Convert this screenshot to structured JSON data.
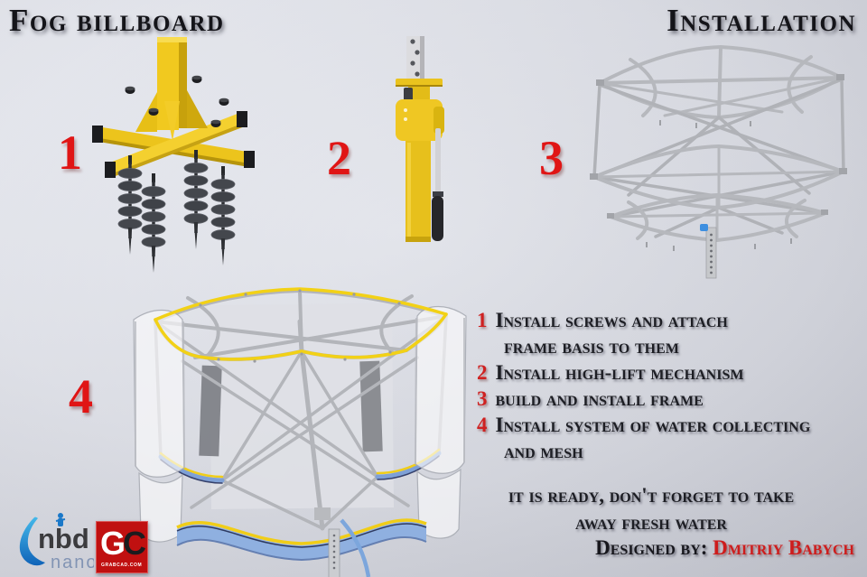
{
  "titles": {
    "product": "Fog billboard",
    "page": "Installation"
  },
  "step_markers": [
    {
      "number": "1"
    },
    {
      "number": "2"
    },
    {
      "number": "3"
    },
    {
      "number": "4"
    }
  ],
  "instructions": [
    {
      "number": "1",
      "line1": "Install screws and attach",
      "line2": "frame basis to them"
    },
    {
      "number": "2",
      "line1": "Install high-lift mechanism",
      "line2": ""
    },
    {
      "number": "3",
      "line1": "build and install frame",
      "line2": ""
    },
    {
      "number": "4",
      "line1": "Install system of water collecting",
      "line2": "and mesh"
    }
  ],
  "ready_note": {
    "line1": "it is ready, don't forget to take",
    "line2": "away fresh water"
  },
  "credit": {
    "label": "Designed by:",
    "name": "Dmitriy Babych"
  },
  "logos": {
    "nbdnano": {
      "primary": "nbd",
      "secondary": "nano"
    },
    "grabcad": {
      "g": "G",
      "c": "C",
      "site": "GRABCAD.COM"
    }
  },
  "colors": {
    "accent_red": "#e01515",
    "text_dark": "#1d1e24",
    "machine_yellow": "#eec51e",
    "metal_silver": "#b6b8bd",
    "collector_blue": "#8fb0e0",
    "grabcad_red": "#c01010",
    "nbd_blue": "#2d9fd8"
  }
}
